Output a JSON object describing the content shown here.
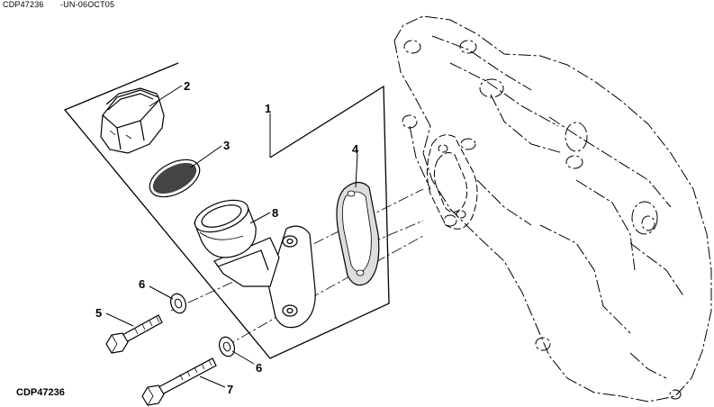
{
  "header": {
    "code_left": "CDP47236",
    "code_right": "-UN-06OCT05"
  },
  "figure_id": "CDP47236",
  "callouts": [
    {
      "id": "c1",
      "number": "1"
    },
    {
      "id": "c2",
      "number": "2"
    },
    {
      "id": "c3",
      "number": "3"
    },
    {
      "id": "c4",
      "number": "4"
    },
    {
      "id": "c5",
      "number": "5"
    },
    {
      "id": "c6a",
      "number": "6"
    },
    {
      "id": "c6b",
      "number": "6"
    },
    {
      "id": "c7",
      "number": "7"
    },
    {
      "id": "c8",
      "number": "8"
    }
  ]
}
